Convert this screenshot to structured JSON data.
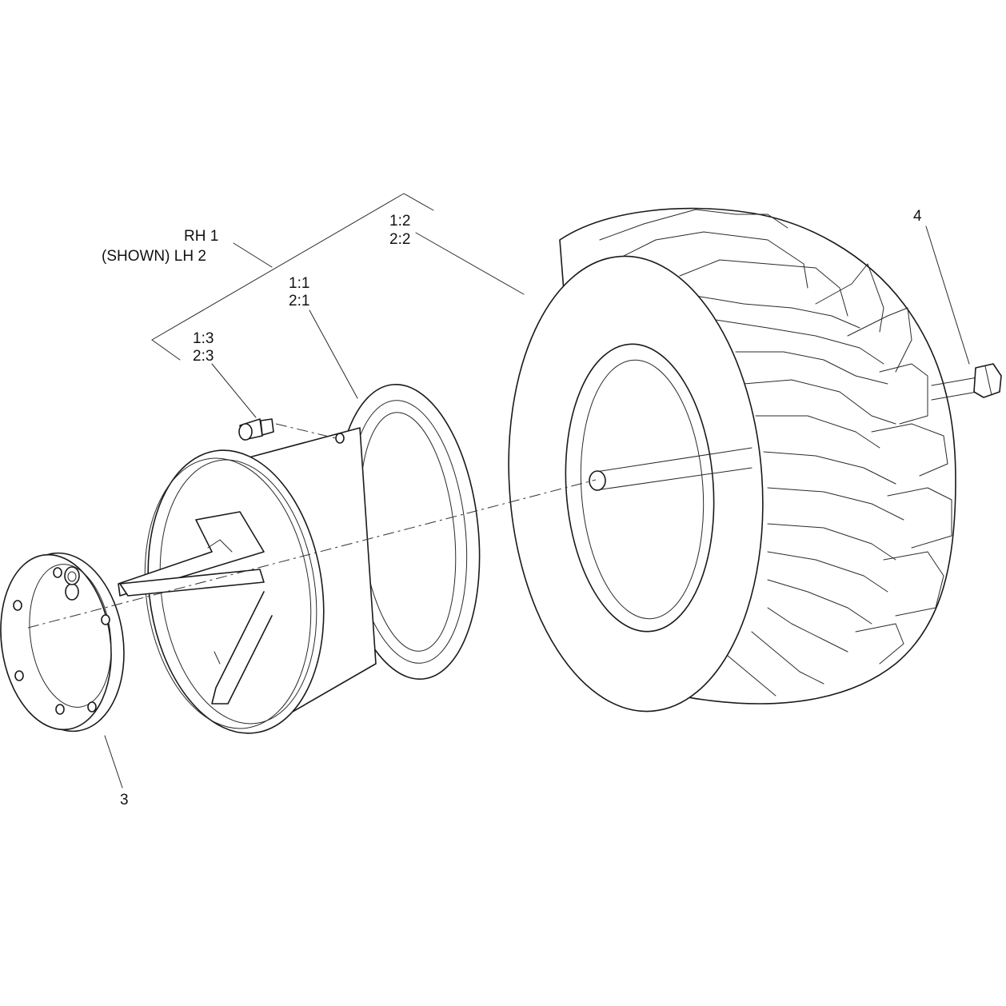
{
  "callouts": {
    "rh": "RH 1",
    "lh": "(SHOWN) LH 2",
    "tire_a": "1:2",
    "tire_b": "2:2",
    "rim_a": "1:1",
    "rim_b": "2:1",
    "valve_a": "1:3",
    "valve_b": "2:3",
    "bolt": "4",
    "hub": "3"
  },
  "colors": {
    "line": "#1a1a1a",
    "background": "#ffffff"
  }
}
